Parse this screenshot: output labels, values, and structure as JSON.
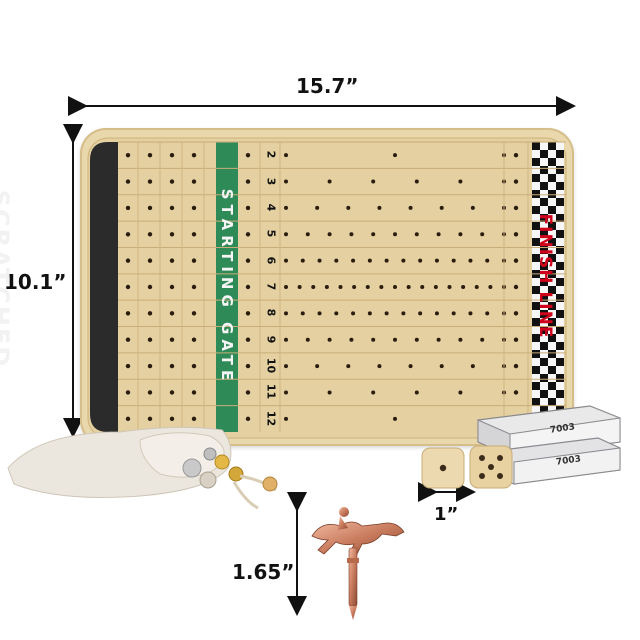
{
  "dimensions": {
    "width_label": "15.7”",
    "height_label": "10.1”",
    "dice_label": "1”",
    "horse_label": "1.65”"
  },
  "board": {
    "scratched_label": "SCRATCHED",
    "starting_gate_label": "STARTING GATE",
    "finish_line_label": "FINISH LINE",
    "lanes": [
      "2",
      "3",
      "4",
      "5",
      "6",
      "7",
      "8",
      "9",
      "10",
      "11",
      "12"
    ],
    "colors": {
      "wood": "#e8d5a8",
      "scratched_bg": "#2b2b2b",
      "gate_bg": "#2e8b57",
      "finish_red": "#d0021b"
    }
  },
  "accessories": {
    "card_box_text": "7003"
  }
}
